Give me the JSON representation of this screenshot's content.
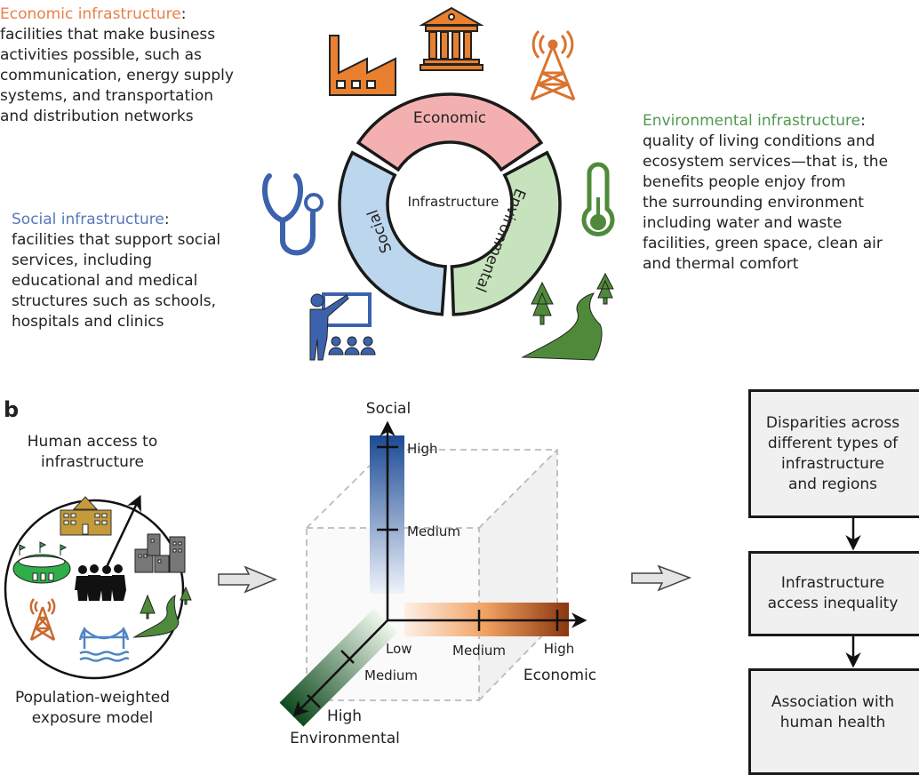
{
  "panel_a": {
    "economic": {
      "title": "Economic infrastructure",
      "colon": ":",
      "lines": [
        "facilities that make business",
        "activities possible, such as",
        "communication, energy supply",
        "systems, and transportation",
        "and distribution networks"
      ]
    },
    "social": {
      "title": "Social infrastructure",
      "colon": ":",
      "lines": [
        "facilities that support social",
        "services, including",
        "educational and medical",
        "structures such as schools,",
        "hospitals and clinics"
      ]
    },
    "environmental": {
      "title": "Environmental infrastructure",
      "colon": ":",
      "lines": [
        "quality of living conditions and",
        "ecosystem services—that is, the",
        "benefits people enjoy from",
        "the surrounding environment",
        "including water and waste",
        "facilities, green space, clean air",
        "and thermal comfort"
      ]
    },
    "donut": {
      "center": "Infrastructure",
      "economic": "Economic",
      "social": "Social",
      "environmental": "Environmental"
    },
    "colors": {
      "economic": "#e8804a",
      "social": "#5877bd",
      "environmental": "#4f9a4f",
      "economic_fill": "#f4b0b0",
      "social_fill": "#bcd6ee",
      "environmental_fill": "#c7e3bd",
      "icon_orange": "#e8802f",
      "icon_blue": "#3c62ad",
      "icon_green": "#4f8a3a"
    },
    "icons": [
      "factory-icon",
      "bank-icon",
      "radio-tower-icon",
      "stethoscope-icon",
      "teacher-icon",
      "thermometer-icon",
      "trees-river-icon"
    ]
  },
  "panel_b": {
    "label": "b",
    "access_title": [
      "Human access to",
      "infrastructure"
    ],
    "model_title": [
      "Population-weighted",
      "exposure model"
    ],
    "icons": [
      "school-icon",
      "stadium-icon",
      "people-icon",
      "buildings-icon",
      "radio-tower-icon",
      "bridge-icon",
      "trees-river-icon"
    ],
    "cube": {
      "social_axis": "Social",
      "economic_axis": "Economic",
      "environmental_axis": "Environmental",
      "origin": "Low",
      "social_ticks": [
        "Medium",
        "High"
      ],
      "economic_ticks": [
        "Medium",
        "High"
      ],
      "environmental_ticks": [
        "Medium",
        "High"
      ]
    },
    "flow": [
      "Disparities across\ndifferent types of\ninfrastructure\nand regions",
      "Infrastructure\naccess inequality",
      "Association with\nhuman health"
    ]
  }
}
